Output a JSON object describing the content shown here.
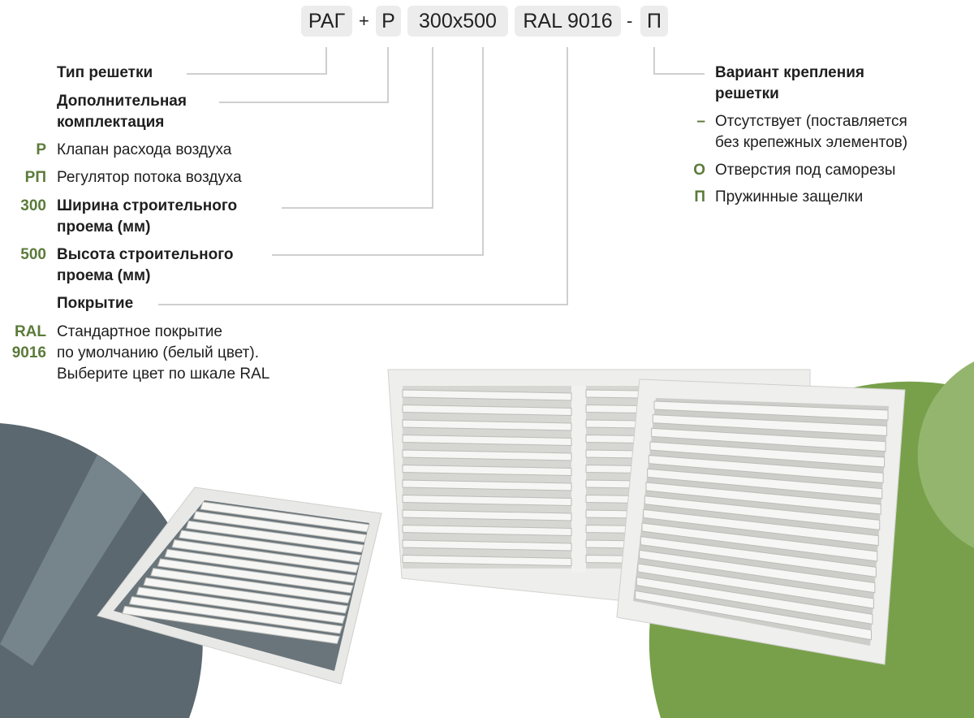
{
  "code": {
    "parts": [
      "РАГ",
      "Р",
      "300x500",
      "RAL 9016",
      "П"
    ],
    "separators": [
      "+",
      "-"
    ]
  },
  "left": {
    "type_label": "Тип решетки",
    "extra_label_1": "Дополнительная",
    "extra_label_2": "комплектация",
    "options": [
      {
        "code": "Р",
        "text": "Клапан расхода воздуха"
      },
      {
        "code": "РП",
        "text": "Регулятор потока воздуха"
      }
    ],
    "width": {
      "code": "300",
      "line1": "Ширина строительного",
      "line2": "проема (мм)"
    },
    "height": {
      "code": "500",
      "line1": "Высота строительного",
      "line2": "проема (мм)"
    },
    "coating_label": "Покрытие",
    "coating": {
      "code1": "RAL",
      "code2": "9016",
      "line1": "Стандартное покрытие",
      "line2": "по умолчанию (белый цвет).",
      "line3": "Выберите цвет по шкале RAL"
    }
  },
  "right": {
    "title1": "Вариант крепления",
    "title2": "решетки",
    "options": [
      {
        "code": "–",
        "line1": "Отсутствует (поставляется",
        "line2": "без крепежных элементов)"
      },
      {
        "code": "О",
        "line1": "Отверстия под саморезы"
      },
      {
        "code": "П",
        "line1": "Пружинные защелки"
      }
    ]
  },
  "colors": {
    "accent_green": "#5b7b3a",
    "circle_green": "#78a04a",
    "circle_slate": "#5b6870",
    "code_box": "#ececec"
  }
}
